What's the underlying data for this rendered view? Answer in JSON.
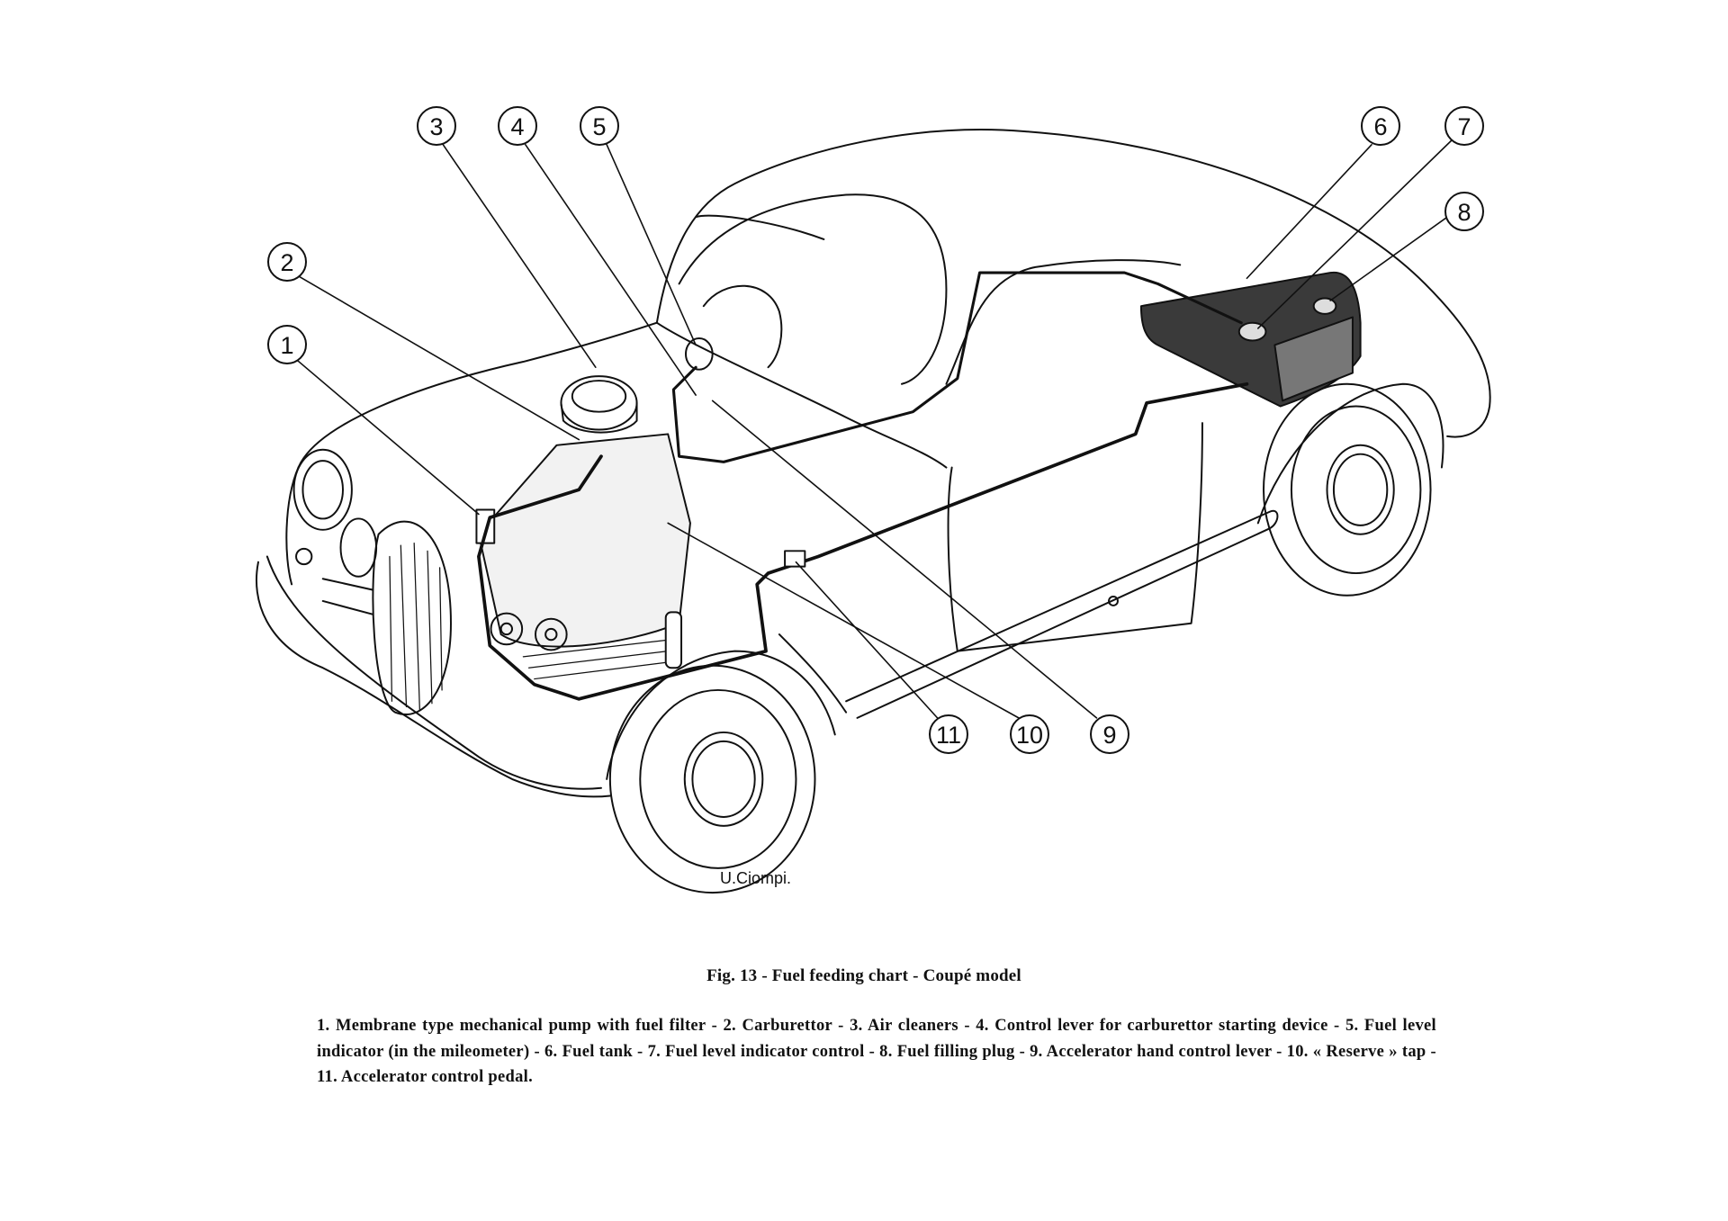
{
  "figure": {
    "callouts": [
      "1",
      "2",
      "3",
      "4",
      "5",
      "6",
      "7",
      "8",
      "9",
      "10",
      "11"
    ],
    "signature": "U.Ciompi."
  },
  "caption": {
    "title": "Fig. 13 - Fuel feeding chart - Coupé model",
    "legend": "1. Membrane type mechanical pump with fuel filter - 2. Carburettor - 3. Air cleaners - 4. Control lever for carburettor starting device - 5. Fuel level indicator (in the mileometer) - 6. Fuel tank - 7. Fuel level indicator control - 8. Fuel filling plug - 9. Accelerator hand control lever - 10. « Reserve » tap - 11. Accelerator control pedal."
  }
}
